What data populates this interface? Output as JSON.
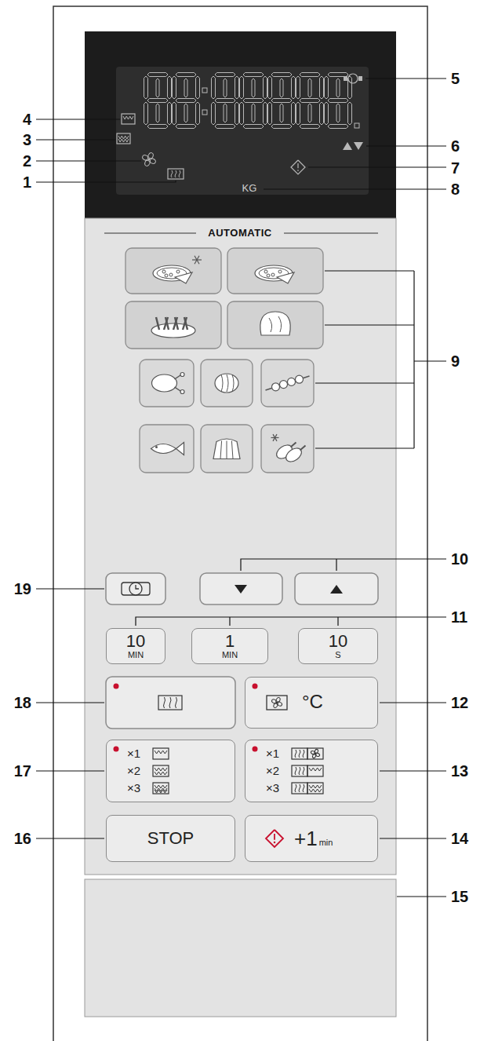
{
  "diagram": {
    "nodes": [
      {
        "text": [
          "10",
          "MIN"
        ]
      },
      {
        "text": [
          "1",
          "MIN"
        ]
      },
      {
        "text": [
          "10",
          "S"
        ]
      },
      {
        "text": [
          "°C"
        ]
      },
      {
        "text": [
          "×1",
          "×2",
          "×3"
        ]
      },
      {
        "text": [
          "×1",
          "×2",
          "×3"
        ]
      },
      {
        "text": [
          "STOP"
        ]
      },
      {
        "text": [
          "+1",
          "min"
        ]
      }
    ],
    "labels": [
      "5",
      "4",
      "3",
      "6",
      "2",
      "7",
      "1",
      "8",
      "KG",
      "AUTOMATIC",
      "9",
      "10",
      "19",
      "11",
      "18",
      "12",
      "17",
      "13",
      "16",
      "14",
      "15"
    ]
  }
}
